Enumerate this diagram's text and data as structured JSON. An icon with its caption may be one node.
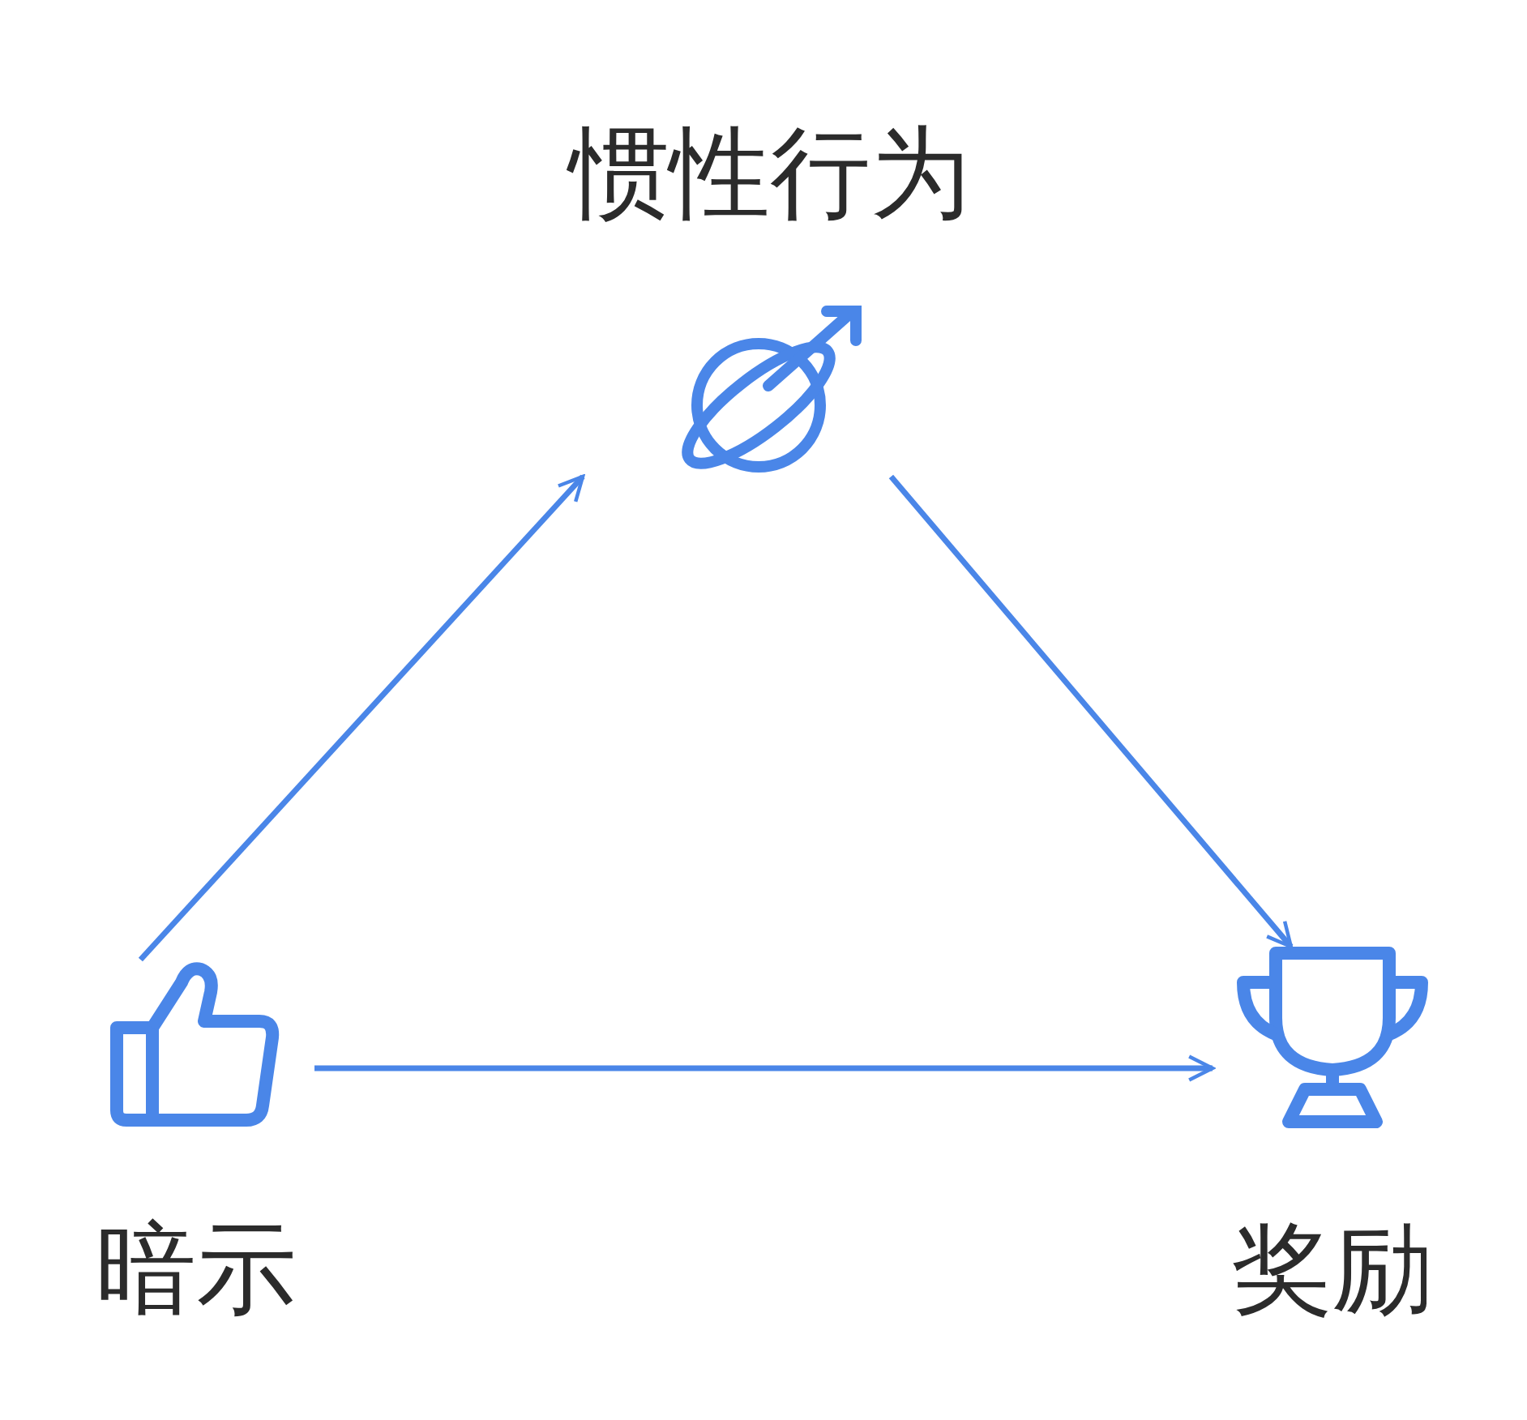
{
  "diagram": {
    "nodes": [
      {
        "text": [
          "暗示"
        ]
      },
      {
        "text": [
          "惯性行为"
        ]
      },
      {
        "text": [
          "奖励"
        ]
      }
    ],
    "edges": [
      {
        "from": 0,
        "to": 1,
        "arrow": "to"
      },
      {
        "from": 1,
        "to": 2,
        "arrow": "to"
      },
      {
        "from": 0,
        "to": 2,
        "arrow": "to"
      }
    ]
  }
}
